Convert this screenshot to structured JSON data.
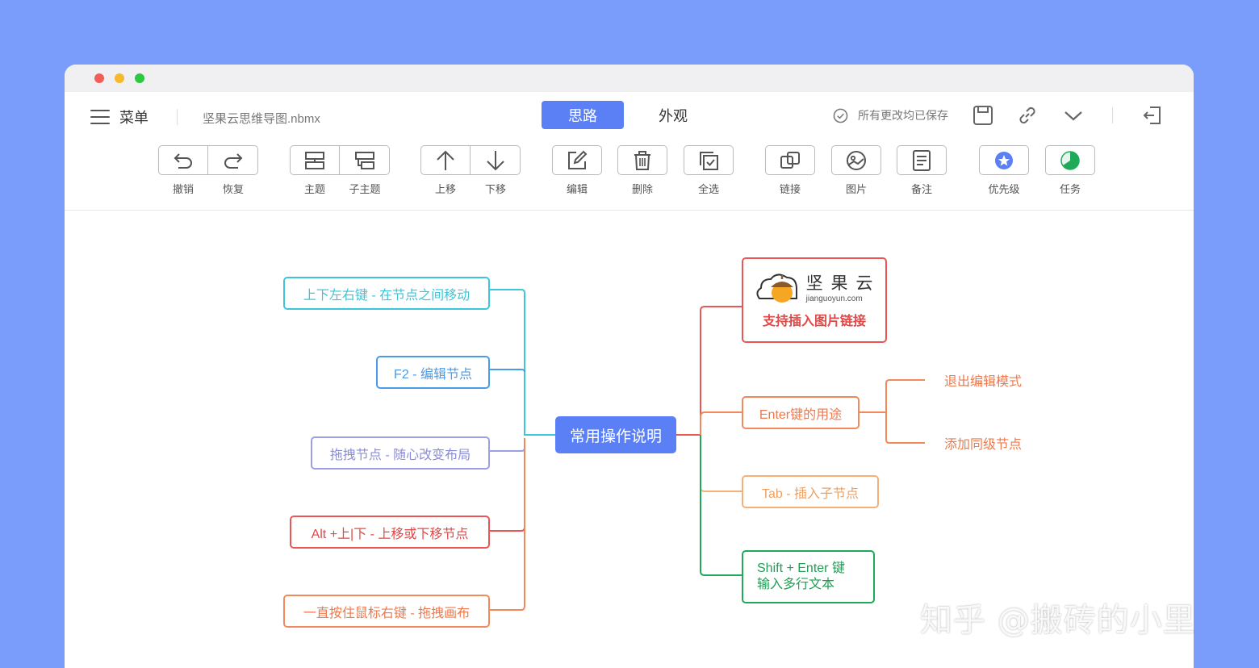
{
  "header": {
    "menu_label": "菜单",
    "filename": "坚果云思维导图.nbmx",
    "tabs": [
      "思路",
      "外观"
    ],
    "save_status": "所有更改均已保存"
  },
  "toolbar": {
    "undo": "撤销",
    "redo": "恢复",
    "topic": "主题",
    "subtopic": "子主题",
    "move_up": "上移",
    "move_down": "下移",
    "edit": "编辑",
    "delete": "删除",
    "select_all": "全选",
    "link": "链接",
    "image": "图片",
    "note": "备注",
    "priority": "优先级",
    "task": "任务"
  },
  "mindmap": {
    "root": "常用操作说明",
    "left": [
      "上下左右键 - 在节点之间移动",
      "F2 - 编辑节点",
      "拖拽节点 - 随心改变布局",
      "Alt +上|下 - 上移或下移节点",
      "一直按住鼠标右键 - 拖拽画布"
    ],
    "logo_text": "坚 果 云",
    "logo_url": "jianguoyun.com",
    "image_node_label": "支持插入图片链接",
    "enter_node": "Enter键的用途",
    "enter_children": [
      "退出编辑模式",
      "添加同级节点"
    ],
    "tab_node": "Tab - 插入子节点",
    "shift_node_line1": "Shift + Enter 键",
    "shift_node_line2": "输入多行文本"
  },
  "colors": {
    "background": "#7a9cfb",
    "accent": "#5b7ff5",
    "cyan": "#3cc6d9",
    "blue": "#4a9be8",
    "purple": "#9c9fe6",
    "red": "#e85656",
    "orange": "#f08a5d",
    "light_orange": "#f5b07a",
    "green": "#1faa5a"
  },
  "watermark": "知乎 @搬砖的小里"
}
